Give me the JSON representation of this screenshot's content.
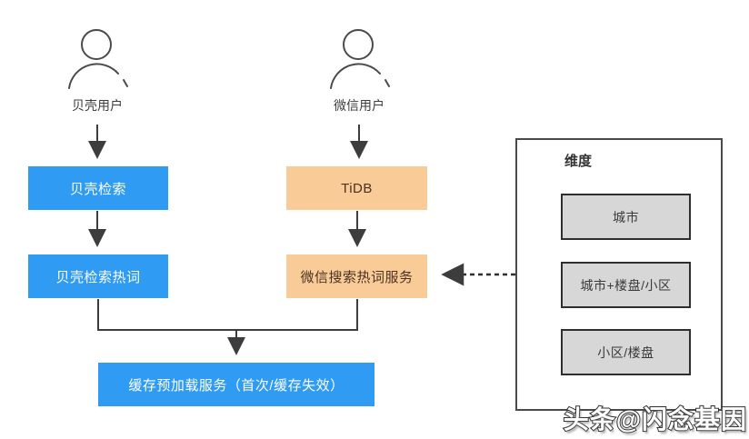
{
  "colors": {
    "accent-blue": "#2F9BF2",
    "accent-orange": "#F9CB97",
    "box-gray": "#D7D7D7",
    "line": "#3D3D3D"
  },
  "actors": [
    {
      "label": "贝壳用户"
    },
    {
      "label": "微信用户"
    }
  ],
  "nodes": {
    "beike_search": {
      "label": "贝壳检索"
    },
    "tidb": {
      "label": "TiDB"
    },
    "beike_hotwords": {
      "label": "贝壳检索热词"
    },
    "wechat_hotword_service": {
      "label": "微信搜索热词服务"
    },
    "cache_preload": {
      "label": "缓存预加载服务（首次/缓存失效）"
    }
  },
  "panel": {
    "title": "维度",
    "items": [
      {
        "label": "城市"
      },
      {
        "label": "城市+楼盘/小区"
      },
      {
        "label": "小区/楼盘"
      }
    ]
  },
  "watermark": {
    "text": "头条@闪念基因"
  }
}
